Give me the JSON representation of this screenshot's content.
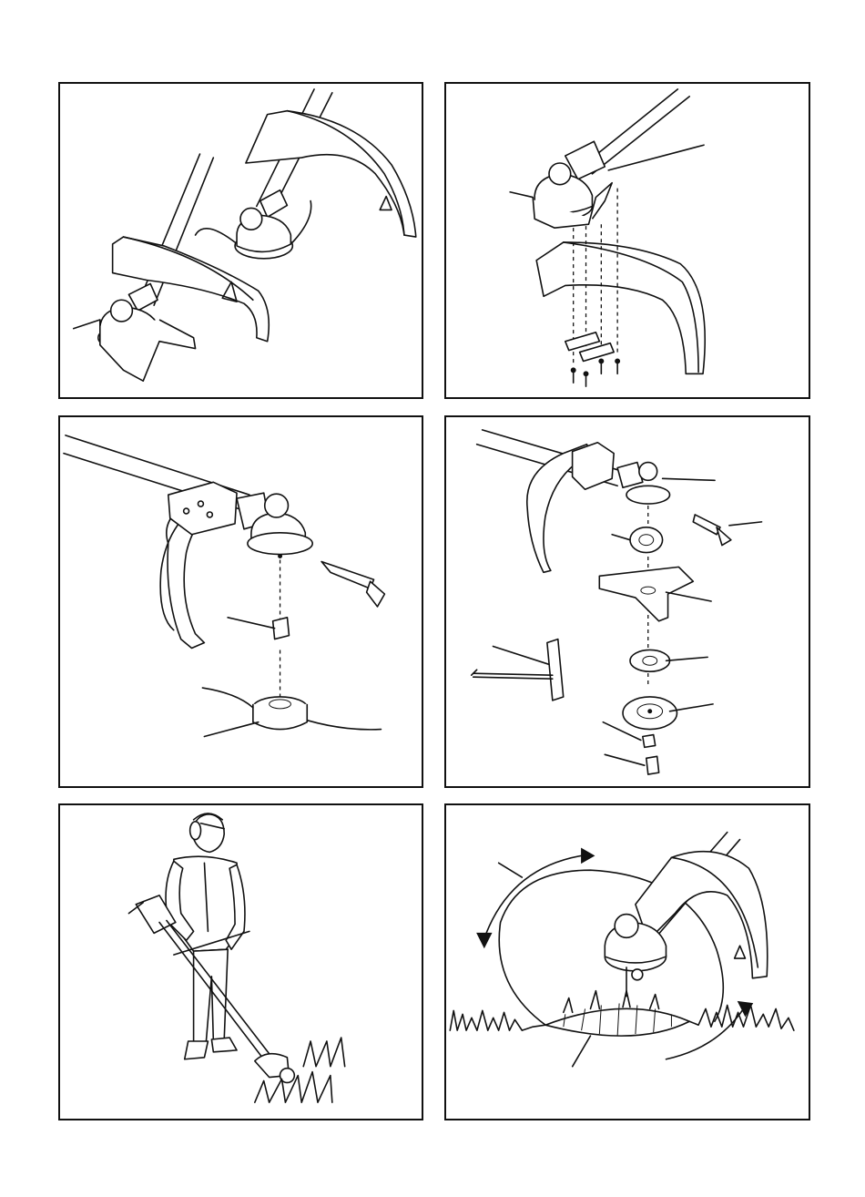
{
  "figures": [
    {
      "id": "fig-1",
      "subject": "grass-trimmer-heads-with-guards"
    },
    {
      "id": "fig-2",
      "subject": "guard-mounting-exploded-view"
    },
    {
      "id": "fig-3",
      "subject": "line-head-exploded-view"
    },
    {
      "id": "fig-4",
      "subject": "blade-assembly-exploded-view"
    },
    {
      "id": "fig-5",
      "subject": "operator-with-trimmer"
    },
    {
      "id": "fig-6",
      "subject": "cutting-direction-diagram"
    }
  ],
  "colors": {
    "ink": "#111111",
    "paper": "#ffffff"
  }
}
